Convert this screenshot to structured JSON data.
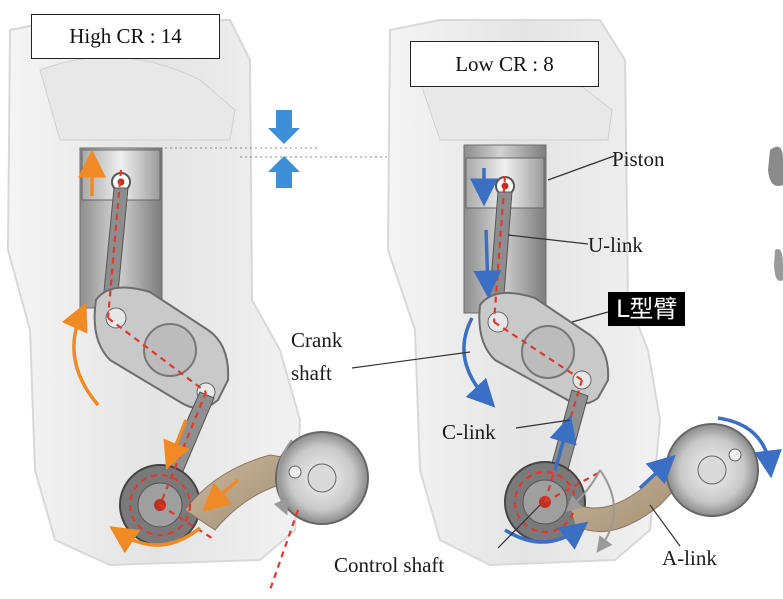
{
  "states": {
    "high": {
      "label": "High CR : 14"
    },
    "low": {
      "label": "Low CR : 8"
    }
  },
  "labels": {
    "piston": "Piston",
    "u_link": "U-link",
    "l_arm": "L型臂",
    "crank_shaft_line1": "Crank",
    "crank_shaft_line2": "shaft",
    "c_link": "C-link",
    "control_shaft": "Control shaft",
    "a_link": "A-link"
  },
  "colors": {
    "arrow_orange": "#f08a24",
    "arrow_blue": "#3a6fc4",
    "compression_arrow": "#3d8fd6",
    "dashed_red": "#e0392b",
    "engine_block": "#eeeeee",
    "metal": "#9a9a9a",
    "a_link_bronze": "#b8a58c"
  }
}
